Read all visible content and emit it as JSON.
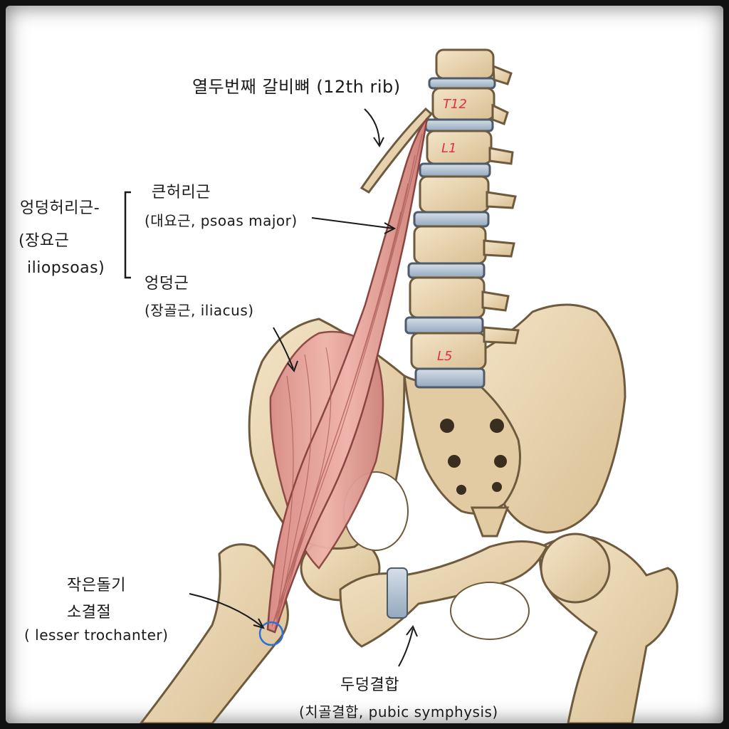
{
  "labels": {
    "rib12": "열두번째 갈비뼈 (12th rib)",
    "iliopsoas_ko": "엉덩허리근-",
    "iliopsoas_hanja": "장요근",
    "iliopsoas_en": "iliopsoas",
    "psoas_ko": "큰허리근",
    "psoas_paren": "(대요근, psoas major)",
    "iliacus_ko": "엉덩근",
    "iliacus_paren": "(장골근, iliacus)",
    "lesser_ko_1": "작은돌기",
    "lesser_ko_2": "소결절",
    "lesser_en": "lesser trochanter",
    "pubic_ko": "두덩결합",
    "pubic_paren": "(치골결합, pubic symphysis)"
  },
  "vertebra_marks": {
    "t12": "T12",
    "l1": "L1",
    "l5": "L5"
  },
  "colors": {
    "bone": "#ead7b4",
    "bone_shadow": "#b89d72",
    "muscle": "#e7a69e",
    "muscle_fiber": "#a8554f",
    "disc": "#b7c5d3",
    "marker": "#2f6fd8",
    "mark_red": "#e0304a"
  }
}
